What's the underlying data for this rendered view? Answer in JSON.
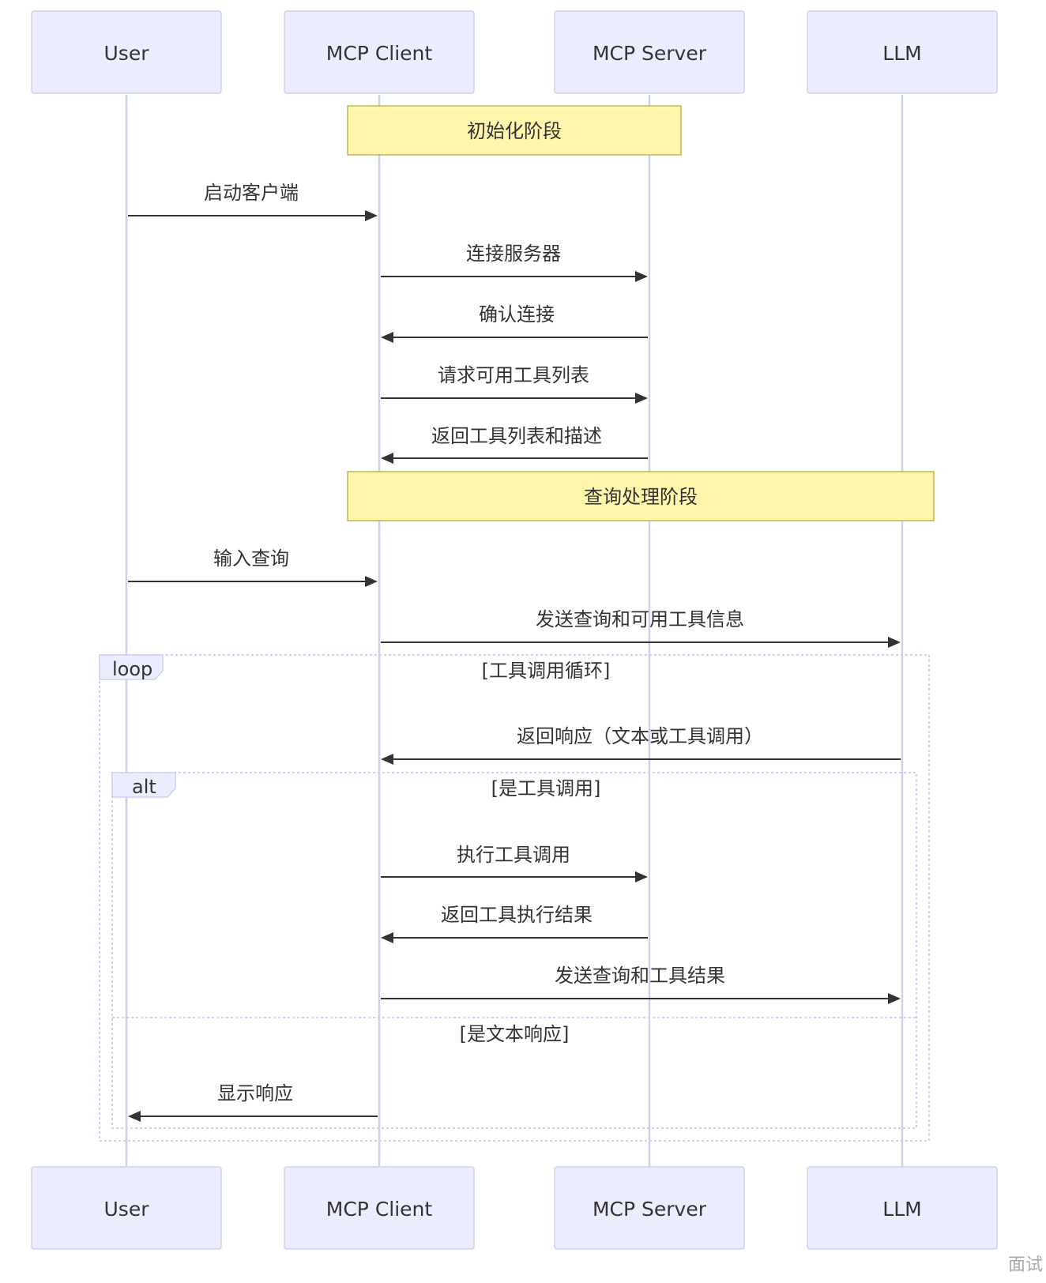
{
  "actors": [
    {
      "id": "user",
      "label": "User"
    },
    {
      "id": "client",
      "label": "MCP Client"
    },
    {
      "id": "server",
      "label": "MCP Server"
    },
    {
      "id": "llm",
      "label": "LLM"
    }
  ],
  "notes": [
    {
      "text": "初始化阶段"
    },
    {
      "text": "查询处理阶段"
    }
  ],
  "messages": [
    {
      "from": "user",
      "to": "client",
      "text": "启动客户端"
    },
    {
      "from": "client",
      "to": "server",
      "text": "连接服务器"
    },
    {
      "from": "server",
      "to": "client",
      "text": "确认连接"
    },
    {
      "from": "client",
      "to": "server",
      "text": "请求可用工具列表"
    },
    {
      "from": "server",
      "to": "client",
      "text": "返回工具列表和描述"
    },
    {
      "from": "user",
      "to": "client",
      "text": "输入查询"
    },
    {
      "from": "client",
      "to": "llm",
      "text": "发送查询和可用工具信息"
    },
    {
      "from": "llm",
      "to": "client",
      "text": "返回响应（文本或工具调用）"
    },
    {
      "from": "client",
      "to": "server",
      "text": "执行工具调用"
    },
    {
      "from": "server",
      "to": "client",
      "text": "返回工具执行结果"
    },
    {
      "from": "client",
      "to": "llm",
      "text": "发送查询和工具结果"
    },
    {
      "from": "client",
      "to": "user",
      "text": "显示响应"
    }
  ],
  "frames": {
    "loop": {
      "tag": "loop",
      "condition": "[工具调用循环]"
    },
    "alt": {
      "tag": "alt",
      "condition": "[是工具调用]",
      "else_condition": "[是文本响应]"
    }
  },
  "watermark": "面试",
  "colors": {
    "actor_fill": "#ECECFF",
    "actor_stroke": "#CFCFEF",
    "note_fill": "#FFF5AD",
    "note_stroke": "#AAAA33",
    "line": "#333333"
  }
}
